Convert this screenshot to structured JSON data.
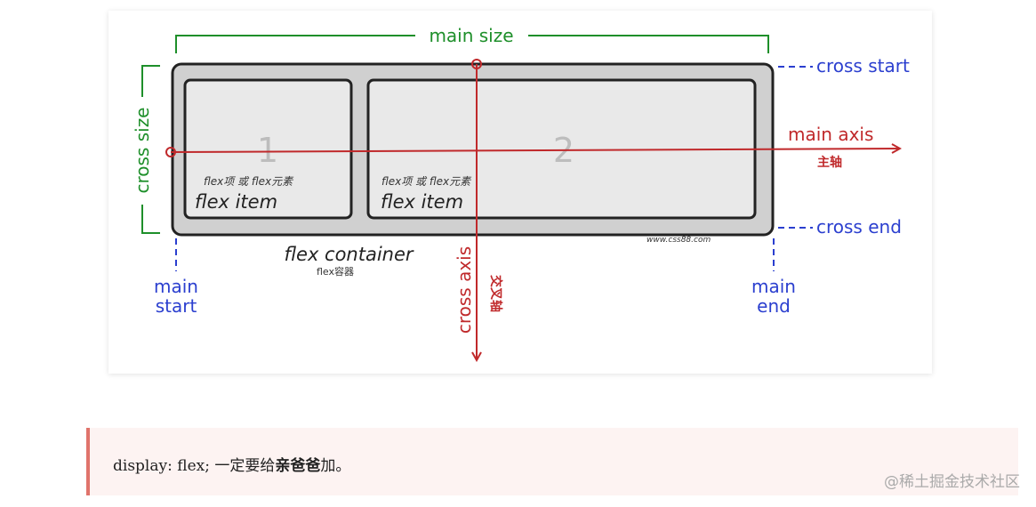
{
  "diagram": {
    "labels": {
      "main_size": "main size",
      "cross_size": "cross size",
      "cross_start": "cross start",
      "cross_end": "cross end",
      "main_axis": "main axis",
      "main_axis_cn": "主轴",
      "cross_axis": "cross axis",
      "cross_axis_cn": "交叉轴",
      "main_start_1": "main",
      "main_start_2": "start",
      "main_end_1": "main",
      "main_end_2": "end",
      "flex_container": "flex container",
      "flex_container_cn": "flex容器",
      "site": "www.css88.com"
    },
    "items": [
      {
        "number": "1",
        "caption_cn": "flex项 或 flex元素",
        "caption": "flex item"
      },
      {
        "number": "2",
        "caption_cn": "flex项 或 flex元素",
        "caption": "flex item"
      }
    ],
    "colors": {
      "green": "#1e8f2a",
      "blue": "#2b3fcf",
      "red": "#c0292b"
    }
  },
  "note": {
    "prefix": "display: flex; 一定要给",
    "bold": "亲爸爸",
    "suffix": "加。"
  },
  "watermark": "@稀土掘金技术社区"
}
